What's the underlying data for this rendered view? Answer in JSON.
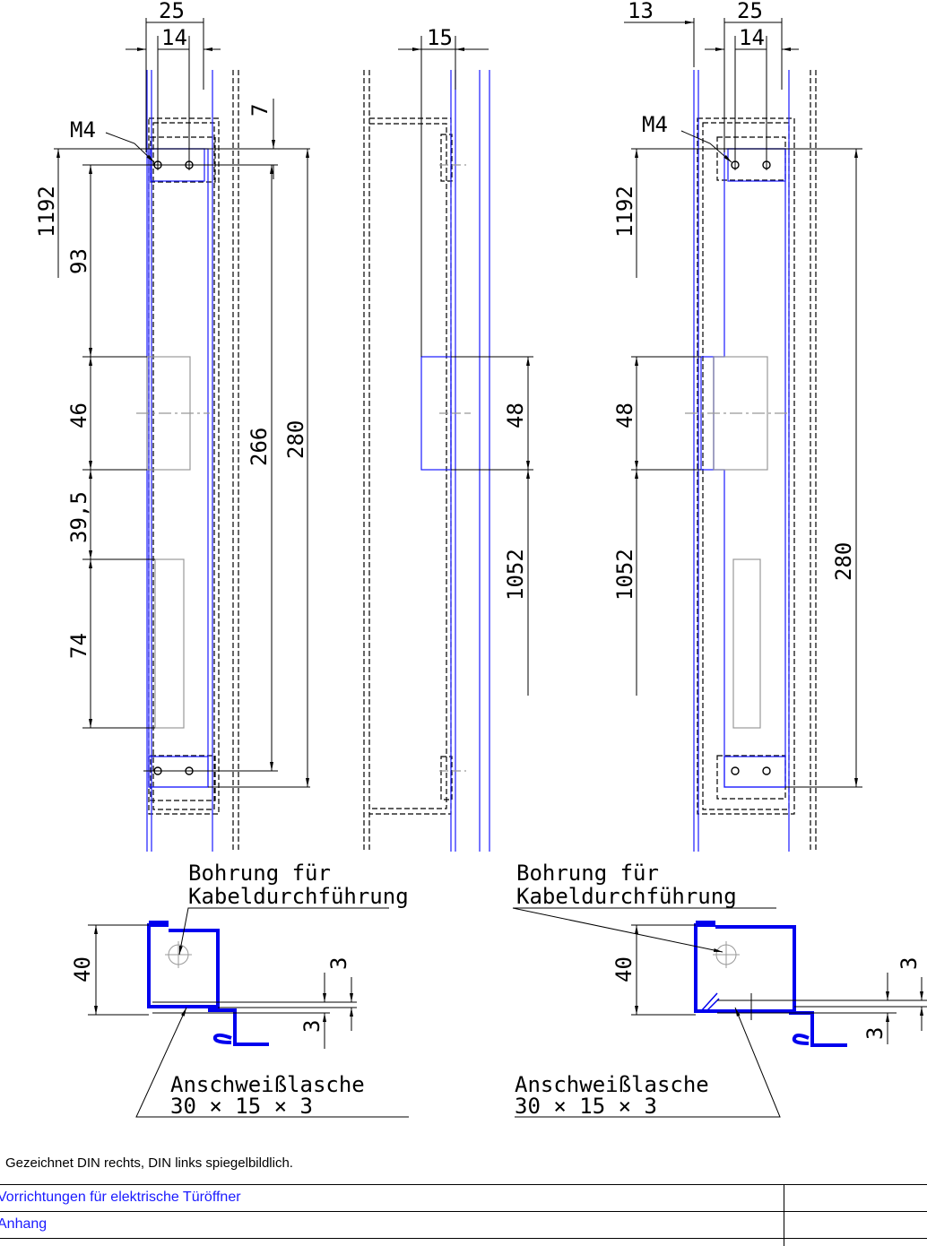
{
  "drawing": {
    "dims_left": {
      "d25": "25",
      "d14": "14",
      "d7": "7",
      "m4": "M4",
      "d1192": "1192",
      "d93": "93",
      "d46": "46",
      "d39_5": "39,5",
      "d74": "74",
      "d266": "266",
      "d280": "280"
    },
    "dims_mid": {
      "d15": "15",
      "d48": "48",
      "d1052": "1052"
    },
    "dims_right": {
      "d13": "13",
      "d25": "25",
      "d14": "14",
      "m4": "M4",
      "d1192": "1192",
      "d48": "48",
      "d1052": "1052",
      "d280": "280"
    },
    "section_left": {
      "bohrung_line1": "Bohrung für",
      "bohrung_line2": "Kabeldurchführung",
      "d40": "40",
      "d3a": "3",
      "d3b": "3",
      "lasche_line1": "Anschweißlasche",
      "lasche_line2": "30 × 15 × 3"
    },
    "section_right": {
      "bohrung_line1": "Bohrung für",
      "bohrung_line2": "Kabeldurchführung",
      "d40": "40",
      "d3a": "3",
      "d3b": "3",
      "lasche_line1": "Anschweißlasche",
      "lasche_line2": "30 × 15 × 3"
    }
  },
  "note": "Gezeichnet DIN rechts, DIN links spiegelbildlich.",
  "title_block": {
    "row1": "Vorrichtungen für elektrische Türöffner",
    "row2": "Anhang"
  },
  "colors": {
    "profile": "#1a1aff",
    "section": "#0000ee",
    "lines": "#000000"
  }
}
